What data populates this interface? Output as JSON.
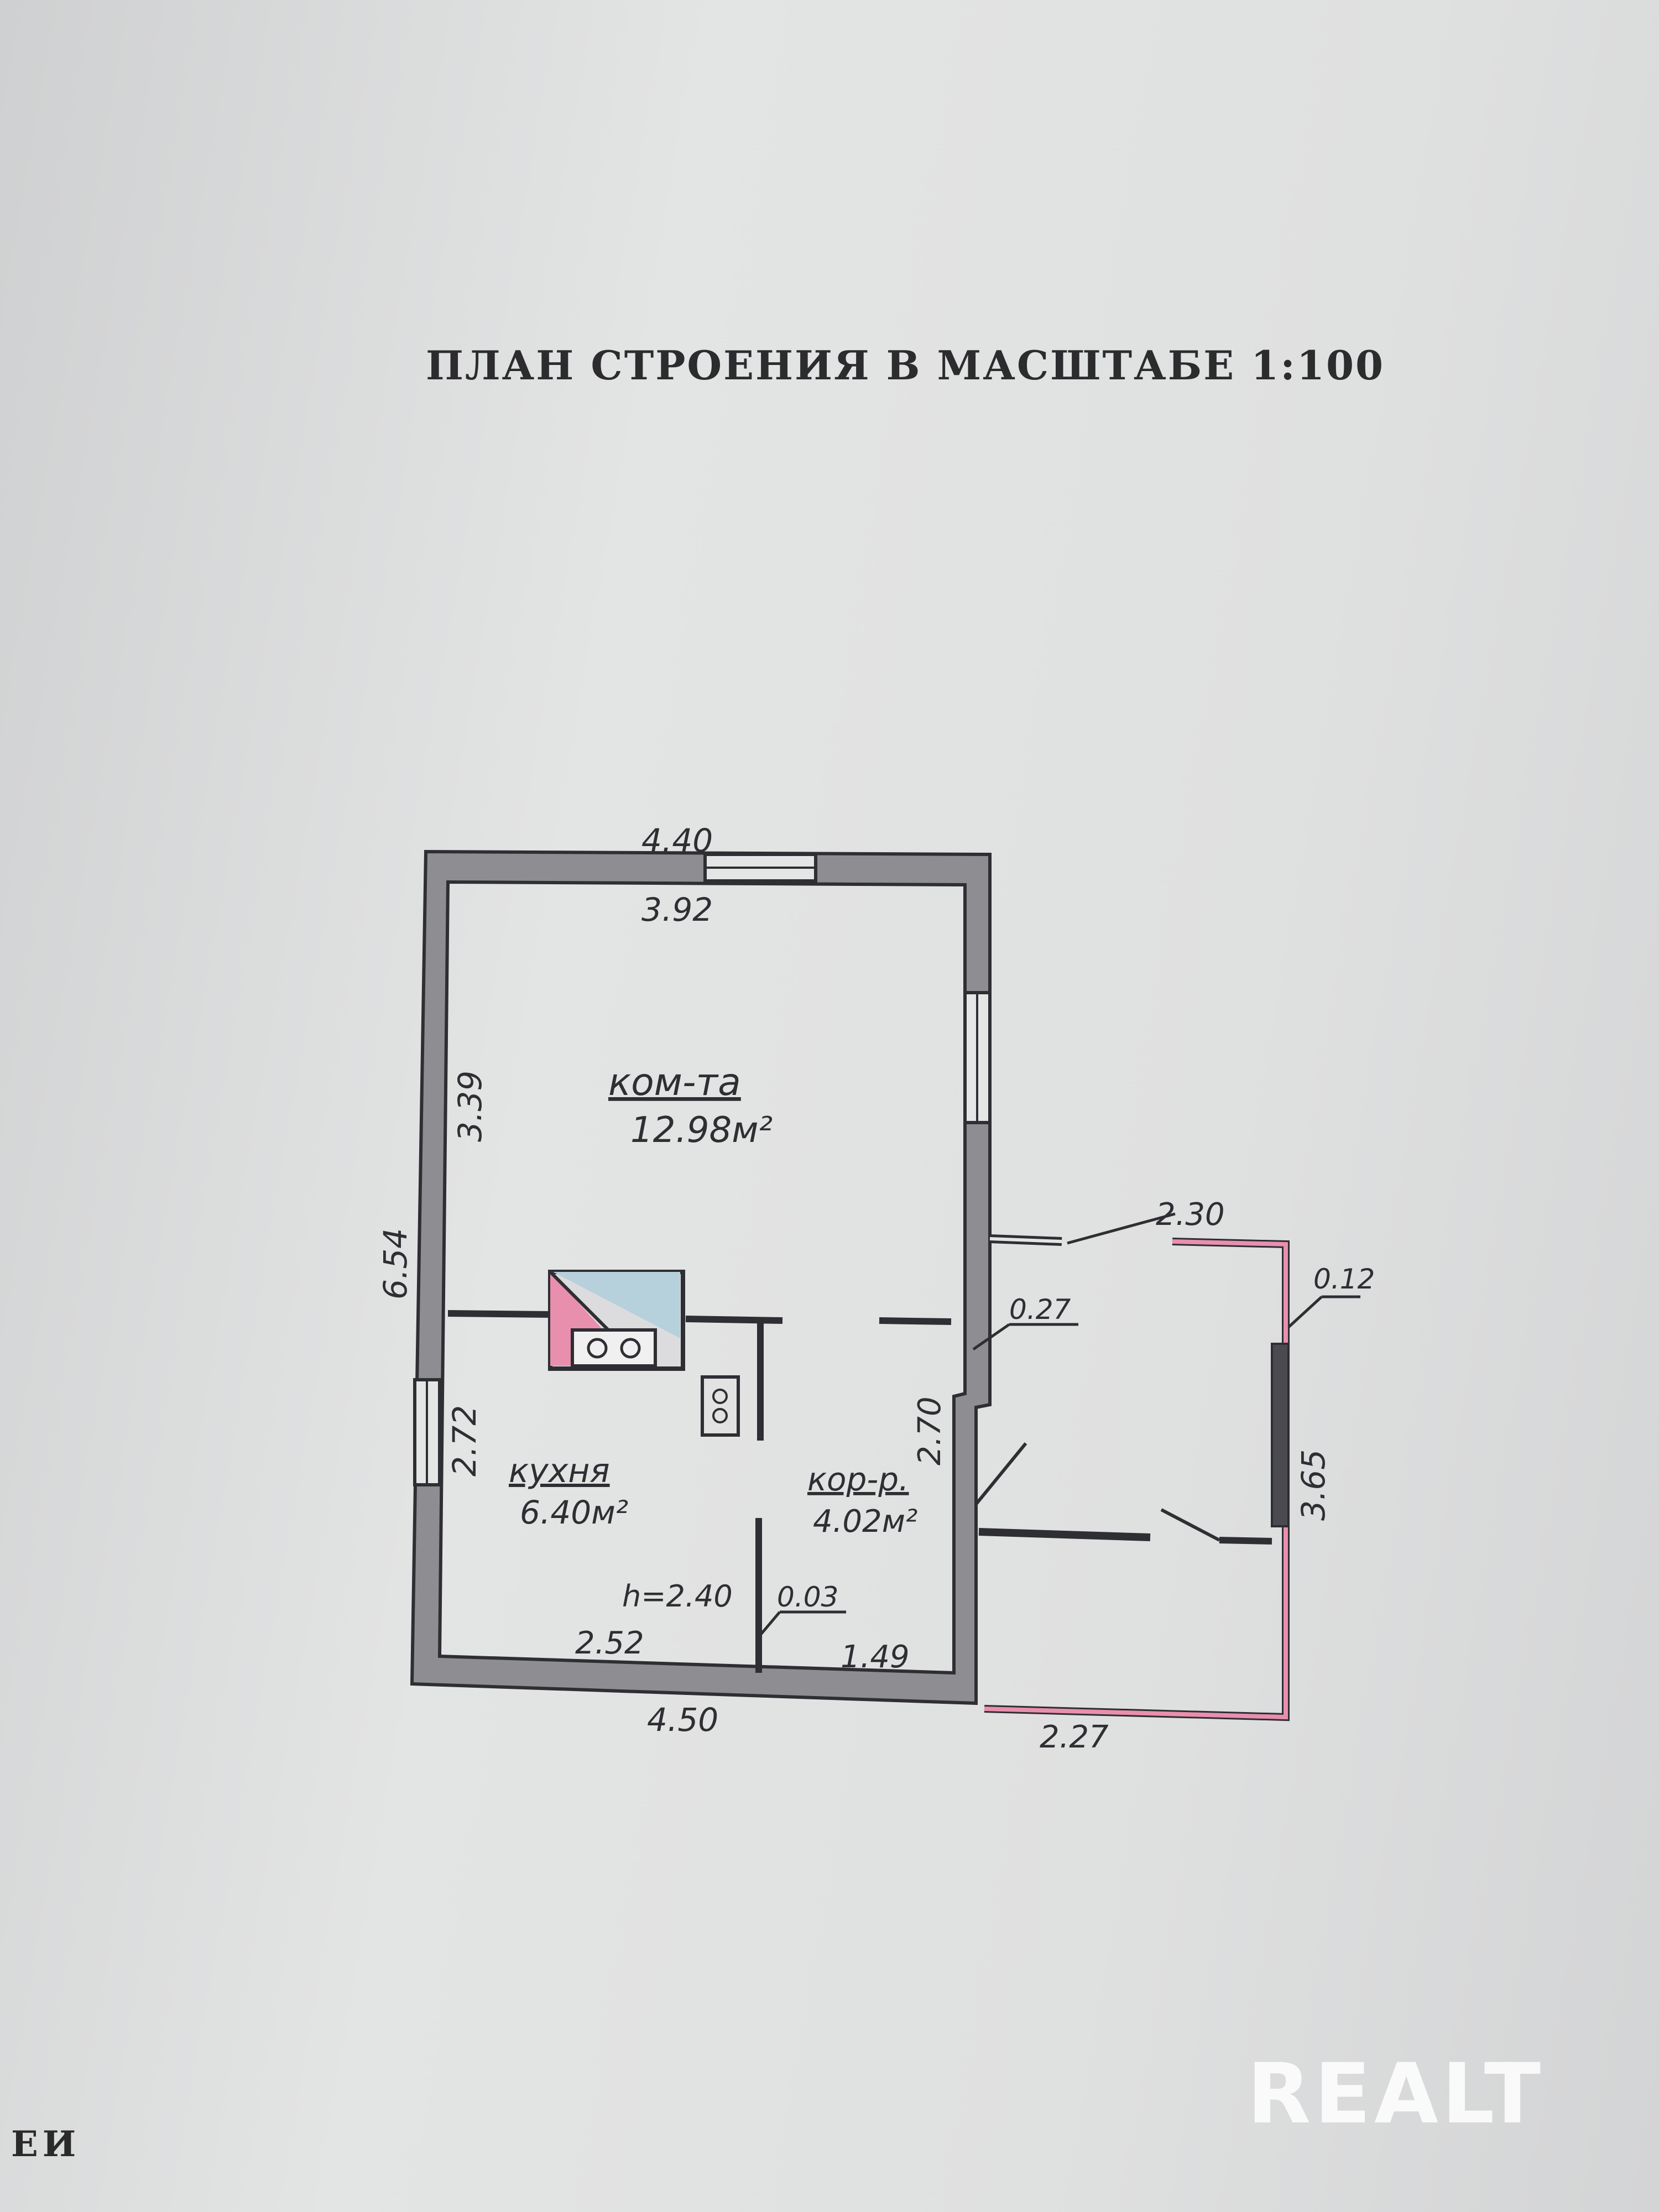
{
  "title": "ПЛАН СТРОЕНИЯ В МАСШТАБЕ 1:100",
  "watermark": "REALT",
  "footer_fragment": "ЕИ",
  "colors": {
    "wall_fill": "#8e8e92",
    "wall_outline": "#2e2e33",
    "veranda_pink": "#e98fae",
    "paper": "#e0e1e1"
  },
  "rooms": {
    "living": {
      "name": "ком-та",
      "area": "12.98м²"
    },
    "kitchen": {
      "name": "кухня",
      "area": "6.40м²"
    },
    "corridor": {
      "name": "кор-р.",
      "area": "4.02м²"
    }
  },
  "dimensions": {
    "top_outer": "4.40",
    "top_inner": "3.92",
    "left_outer": "6.54",
    "left_upper_inner": "3.39",
    "left_lower_inner": "2.72",
    "bottom_outer": "4.50",
    "bottom_left_inner": "2.52",
    "bottom_right_inner": "1.49",
    "partition_thickness": "0.03",
    "ceiling_height": "h=2.40",
    "corridor_height": "2.70",
    "wall_thickness": "0.27",
    "veranda_top": "2.30",
    "veranda_wall": "0.12",
    "veranda_side": "3.65",
    "veranda_bottom": "2.27"
  }
}
